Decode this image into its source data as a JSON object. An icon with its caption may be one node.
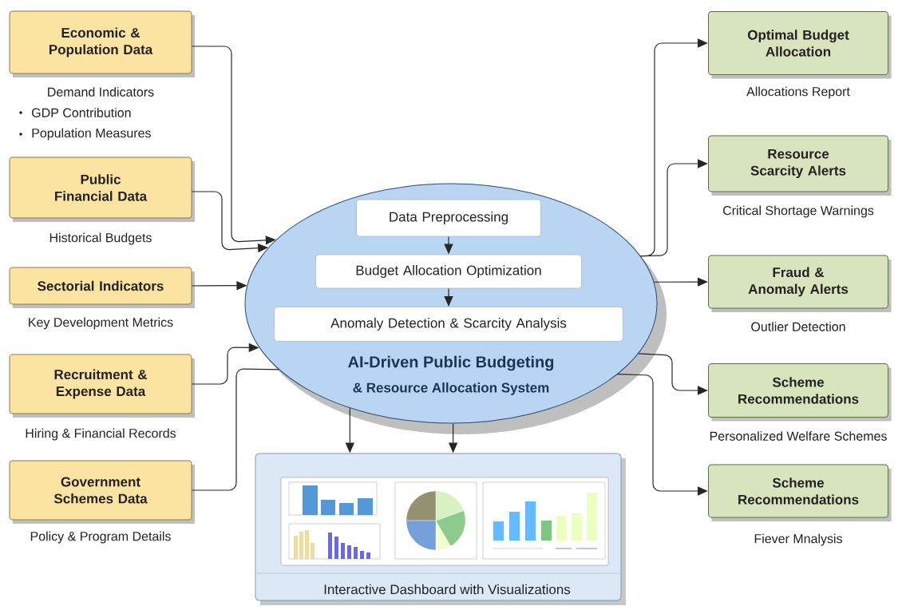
{
  "diagram": {
    "nodes": [
      {
        "text": [
          "Economic & Population Data"
        ],
        "beside": [
          "Demand Indicators",
          "GDP Contribution",
          "Population Measures"
        ]
      },
      {
        "text": [
          "Public Financial Data"
        ],
        "beside": [
          "Historical Budgets"
        ]
      },
      {
        "text": [
          "Sectorial Indicators"
        ],
        "beside": [
          "Key Development Metrics"
        ]
      },
      {
        "text": [
          "Recruitment & Expense Data"
        ],
        "beside": [
          "Hiring & Financial Records"
        ]
      },
      {
        "text": [
          "Government Schemes Data"
        ],
        "beside": [
          "Policy & Program Details"
        ]
      },
      {
        "text": [
          "AI-Driven Public Budgeting",
          "& Resource Allocation System"
        ]
      },
      {
        "text": [
          "Data Preprocessing"
        ],
        "in": 5
      },
      {
        "text": [
          "Budget Allocation Optimization"
        ],
        "in": 5
      },
      {
        "text": [
          "Anomaly Detection & Scarcity Analysis"
        ],
        "in": 5
      },
      {
        "text": [
          "Optimal Budget Allocation"
        ],
        "beside": [
          "Allocations Report"
        ]
      },
      {
        "text": [
          "Resource Scarcity Alerts"
        ],
        "beside": [
          "Critical Shortage Warnings"
        ]
      },
      {
        "text": [
          "Fraud & Anomaly Alerts"
        ],
        "beside": [
          "Outlier Detection"
        ]
      },
      {
        "text": [
          "Scheme Recommendations"
        ],
        "beside": [
          "Personalized Welfare Schemes"
        ]
      },
      {
        "text": [
          "Scheme Recommendations"
        ],
        "beside": [
          "Fiever Mnalysis"
        ]
      },
      {
        "text": [
          "Interactive Dashboard with Visualizations"
        ]
      }
    ],
    "edges": [
      {
        "from": 0,
        "to": 5,
        "arrow": "to"
      },
      {
        "from": 1,
        "to": 5,
        "arrow": "to"
      },
      {
        "from": 2,
        "to": 5,
        "arrow": "to"
      },
      {
        "from": 3,
        "to": 5,
        "arrow": "to"
      },
      {
        "from": 4,
        "to": 5,
        "arrow": "none"
      },
      {
        "from": 6,
        "to": 7,
        "arrow": "to"
      },
      {
        "from": 7,
        "to": 8,
        "arrow": "to"
      },
      {
        "from": 5,
        "to": 9,
        "arrow": "to"
      },
      {
        "from": 5,
        "to": 10,
        "arrow": "to"
      },
      {
        "from": 5,
        "to": 11,
        "arrow": "to"
      },
      {
        "from": 5,
        "to": 12,
        "arrow": "to"
      },
      {
        "from": 5,
        "to": 13,
        "arrow": "to"
      },
      {
        "from": 5,
        "to": 14,
        "arrow": "to"
      },
      {
        "from": 5,
        "to": 14,
        "arrow": "to"
      }
    ]
  }
}
